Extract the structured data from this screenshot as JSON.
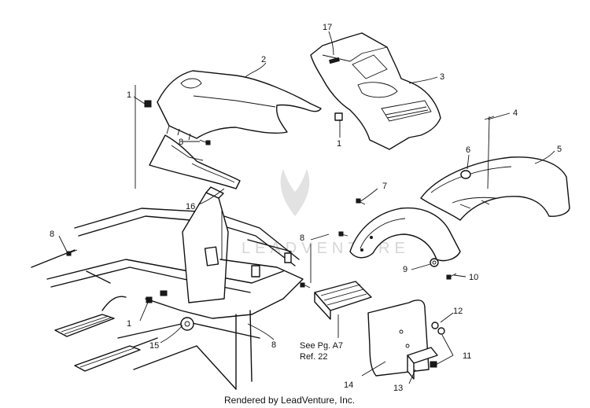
{
  "callouts": {
    "c1a": "1",
    "c1b": "1",
    "c1c": "1",
    "c2": "2",
    "c3": "3",
    "c4": "4",
    "c5": "5",
    "c6": "6",
    "c7": "7",
    "c8a": "8",
    "c8b": "8",
    "c8c": "8",
    "c8d": "8",
    "c9": "9",
    "c10": "10",
    "c11": "11",
    "c12": "12",
    "c13": "13",
    "c14": "14",
    "c15": "15",
    "c16": "16",
    "c17": "17"
  },
  "note": {
    "line1": "See Pg. A7",
    "line2": "Ref. 22"
  },
  "footer": "Rendered by LeadVenture, Inc.",
  "watermark": "LEADVENTURE",
  "colors": {
    "ink": "#111111",
    "paper": "#ffffff",
    "watermark": "#d6d6d6"
  }
}
